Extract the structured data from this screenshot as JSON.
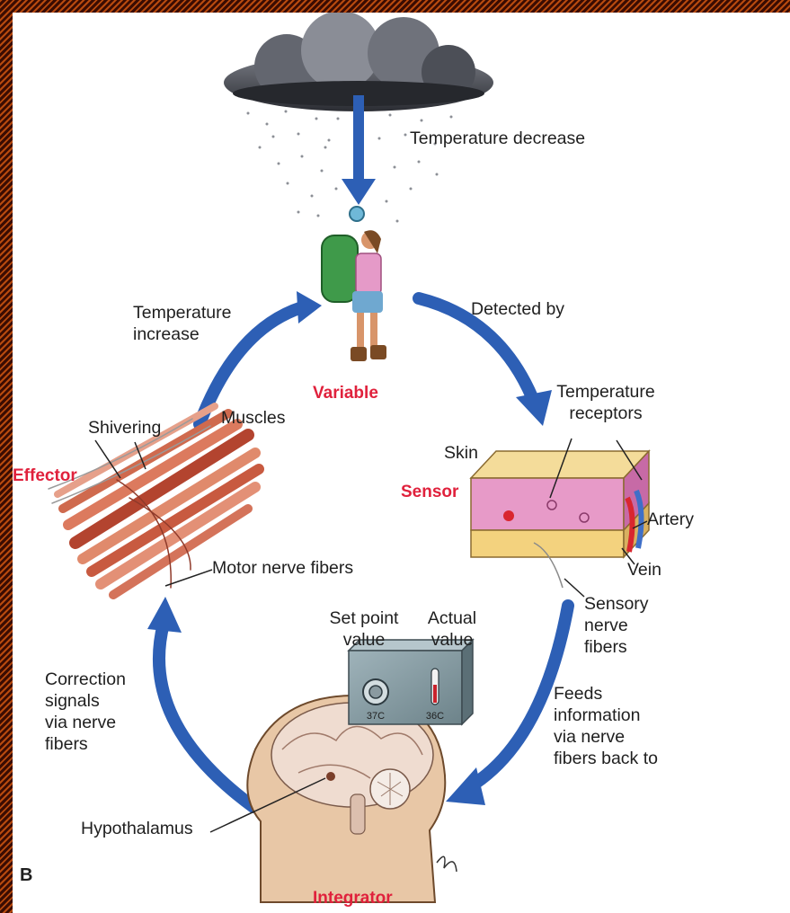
{
  "panel_letter": "B",
  "roles": {
    "variable": "Variable",
    "sensor": "Sensor",
    "integrator": "Integrator",
    "effector": "Effector"
  },
  "labels": {
    "temp_decrease": "Temperature decrease",
    "detected_by": "Detected by",
    "temp_receptors": "Temperature\nreceptors",
    "skin": "Skin",
    "artery": "Artery",
    "vein": "Vein",
    "sensory_nerve": "Sensory\nnerve\nfibers",
    "feeds_info": "Feeds\ninformation\nvia nerve\nfibers back to",
    "set_point": "Set point\nvalue",
    "actual_value": "Actual\nvalue",
    "hypothalamus": "Hypothalamus",
    "correction": "Correction\nsignals\nvia nerve\nfibers",
    "motor_nerve": "Motor nerve fibers",
    "shivering": "Shivering",
    "muscles": "Muscles",
    "temp_increase": "Temperature\nincrease"
  },
  "thermostat": {
    "set_point_readout": "37C",
    "actual_readout": "36C"
  },
  "colors": {
    "role_red": "#e0213c",
    "arrow_blue": "#2d5fb5",
    "frame": "#5a1606"
  }
}
